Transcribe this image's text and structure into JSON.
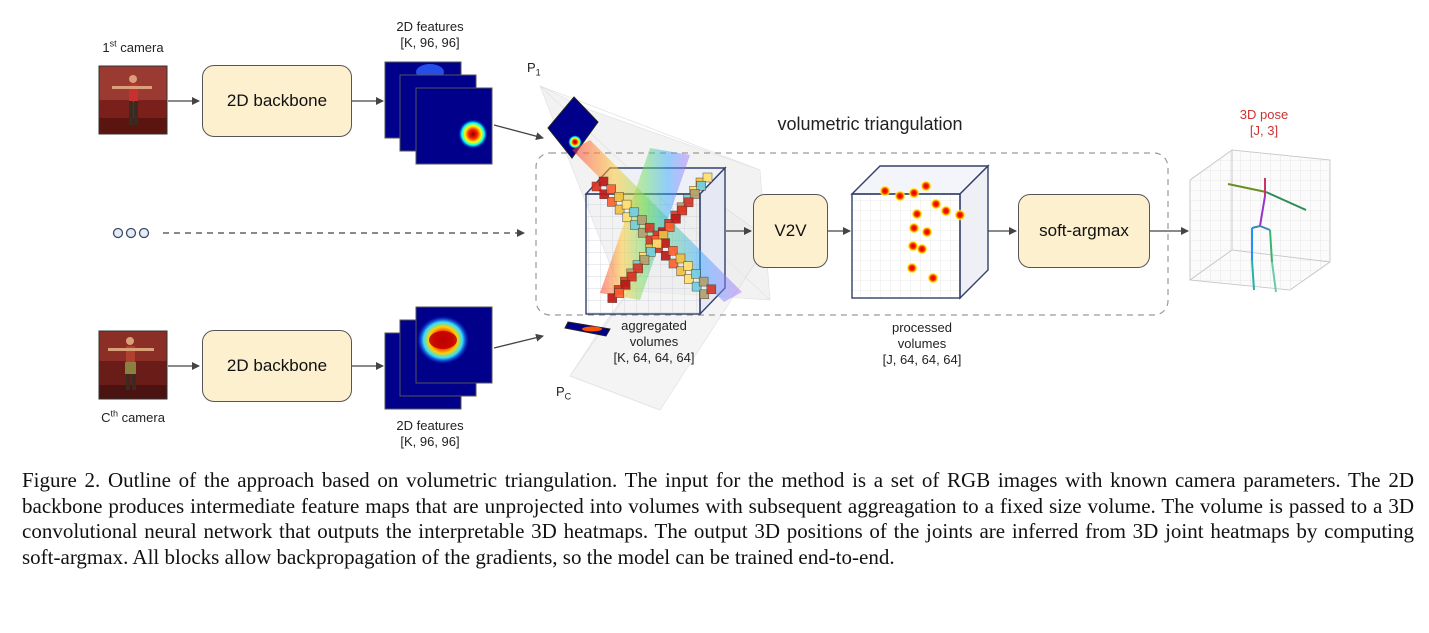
{
  "camera_top": {
    "label_pre": "1",
    "label_sup": "st",
    "label_post": " camera"
  },
  "camera_bottom": {
    "label_pre": "C",
    "label_sup": "th",
    "label_post": " camera"
  },
  "backbone_label": "2D backbone",
  "features_top": {
    "title": "2D features",
    "shape": "[K, 96, 96]"
  },
  "features_bottom": {
    "title": "2D features",
    "shape": "[K, 96, 96]"
  },
  "projection_top": {
    "main": "P",
    "sub": "1"
  },
  "projection_bottom": {
    "main": "P",
    "sub": "C"
  },
  "volumetric_title": "volumetric triangulation",
  "aggregated": {
    "line1": "aggregated",
    "line2": "volumes",
    "shape": "[K, 64, 64, 64]"
  },
  "v2v_label": "V2V",
  "processed": {
    "line1": "processed",
    "line2": "volumes",
    "shape": "[J, 64, 64, 64]"
  },
  "softargmax_label": "soft-argmax",
  "pose": {
    "title": "3D pose",
    "shape": "[J, 3]"
  },
  "caption": "Figure 2. Outline of the approach based on volumetric triangulation. The input for the method is a set of RGB images with known camera parameters. The 2D backbone produces intermediate feature maps that are unprojected into volumes with subsequent aggreagation to a fixed size volume. The volume is passed to a 3D convolutional neural network that outputs the interpretable 3D heatmaps. The output 3D positions of the joints are inferred from 3D joint heatmaps by computing soft-argmax. All blocks allow backpropagation of the gradients, so the model can be trained end-to-end.",
  "colors": {
    "box_fill": "#fdf0cf",
    "heatmap_bg": "#00008b",
    "pose_title": "#cc3333",
    "dashed": "#999999"
  }
}
